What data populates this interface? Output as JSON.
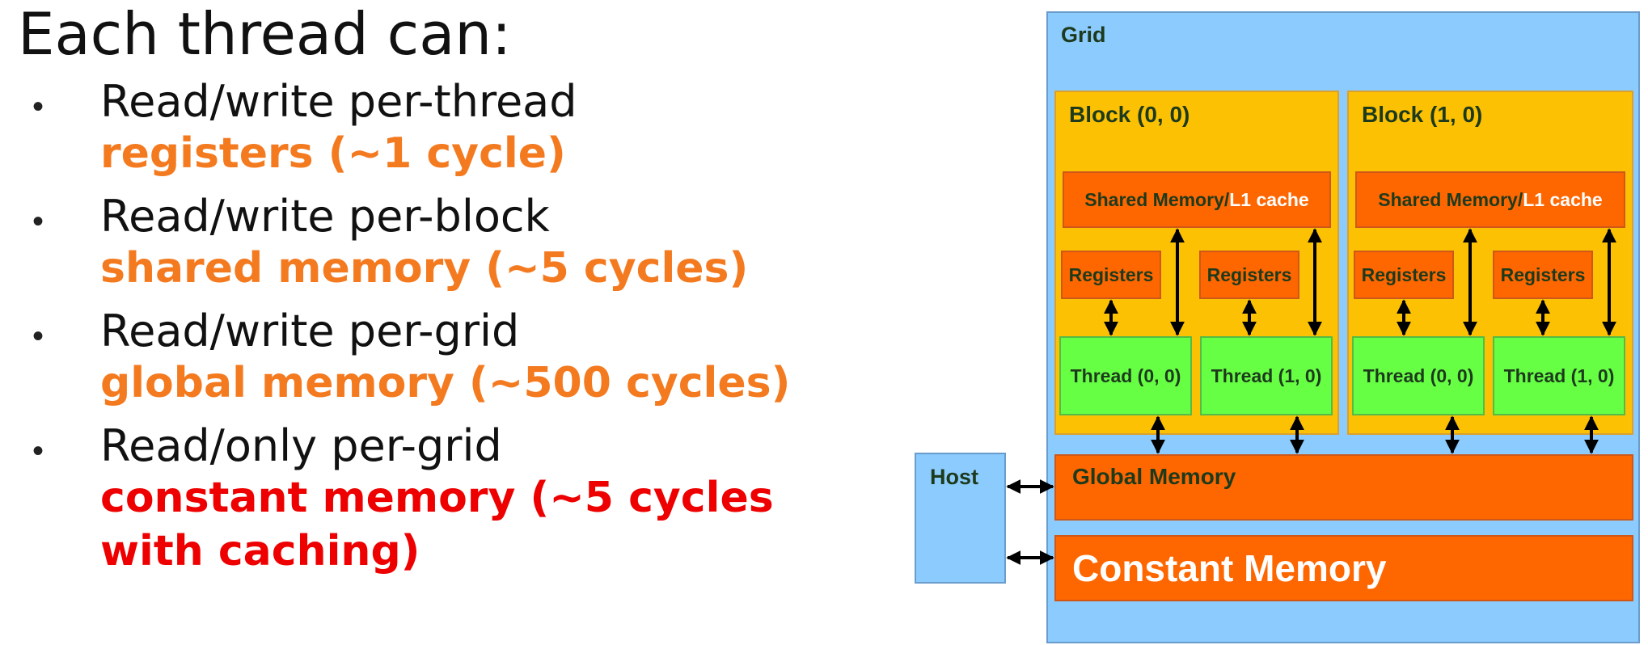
{
  "heading": "Each thread can:",
  "bullet_items": [
    {
      "bullet": "•",
      "line1": "Read/write per-thread",
      "line2": "registers (~1 cycle)",
      "emphasis": "orange"
    },
    {
      "bullet": "•",
      "line1": "Read/write per-block",
      "line2": "shared memory (~5 cycles)",
      "emphasis": "orange"
    },
    {
      "bullet": "•",
      "line1": "Read/write per-grid",
      "line2": "global memory (~500 cycles)",
      "emphasis": "orange"
    },
    {
      "bullet": "•",
      "line1": "Read/only per-grid",
      "line2": "constant memory (~5 cycles",
      "line3": "with caching)",
      "emphasis": "red"
    }
  ],
  "diagram": {
    "grid_label": "Grid",
    "host_label": "Host",
    "blocks": [
      {
        "label": "Block (0, 0)",
        "shared_memory_a": "Shared Memory/",
        "shared_memory_b": "L1 cache",
        "registers": [
          "Registers",
          "Registers"
        ],
        "threads": [
          "Thread (0, 0)",
          "Thread (1, 0)"
        ]
      },
      {
        "label": "Block (1, 0)",
        "shared_memory_a": "Shared Memory/",
        "shared_memory_b": "L1 cache",
        "registers": [
          "Registers",
          "Registers"
        ],
        "threads": [
          "Thread (0, 0)",
          "Thread (1, 0)"
        ]
      }
    ],
    "global_memory": "Global Memory",
    "constant_memory": "Constant Memory"
  },
  "colors": {
    "emphasis_orange": "#f47a20",
    "emphasis_red": "#ee0000",
    "grid_blue": "#8bcbfd",
    "block_yellow": "#fcc103",
    "memory_orange": "#fe6600",
    "thread_green": "#66ff44"
  }
}
